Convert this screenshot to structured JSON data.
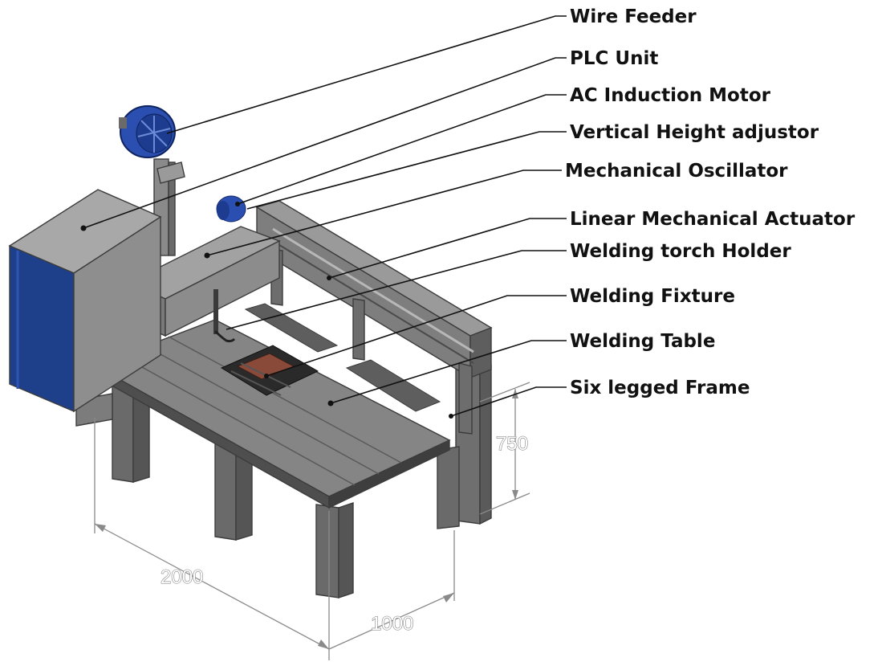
{
  "callouts": [
    {
      "label": "Wire Feeder"
    },
    {
      "label": "PLC Unit"
    },
    {
      "label": "AC Induction Motor"
    },
    {
      "label": "Vertical Height adjustor"
    },
    {
      "label": "Mechanical Oscillator"
    },
    {
      "label": "Linear Mechanical Actuator"
    },
    {
      "label": "Welding torch Holder"
    },
    {
      "label": "Welding Fixture"
    },
    {
      "label": "Welding Table"
    },
    {
      "label": "Six legged Frame"
    }
  ],
  "dimensions": {
    "length": "2000",
    "width": "1000",
    "height": "750"
  },
  "colors": {
    "frame": "#8c8c8c",
    "table_top": "#7a7a7a",
    "cabinet": "#8e8e8e",
    "cabinet_side": "#1e3f8a",
    "motor_blue": "#2a4fb0",
    "fixture_dark": "#2a2a2a",
    "fixture_copper": "#8a4a3a"
  }
}
